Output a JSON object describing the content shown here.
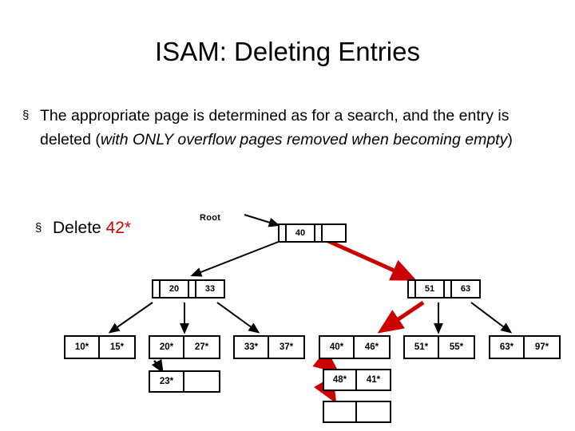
{
  "slide": {
    "title": "ISAM: Deleting Entries",
    "bullet_mark": "§",
    "bullets": [
      {
        "text_plain": "The appropriate page is determined as for a search, and the entry is deleted (",
        "text_italic": "with ONLY overflow pages removed when becoming empty",
        "text_tail": ")"
      }
    ],
    "operation": {
      "label": "Delete ",
      "key": "42*"
    },
    "root_label": "Root"
  },
  "colors": {
    "highlight_red": "#CC0000",
    "line_black": "#000000",
    "background": "#FFFFFF"
  },
  "tree": {
    "root": {
      "name": "root-node",
      "cells": [
        "",
        "40",
        "",
        ""
      ]
    },
    "internal": [
      {
        "name": "internal-node-left",
        "cells": [
          "",
          "20",
          "",
          "33",
          ""
        ]
      },
      {
        "name": "internal-node-right",
        "cells": [
          "",
          "51",
          "",
          "63",
          ""
        ]
      }
    ],
    "leaves": [
      {
        "name": "leaf-page-1",
        "cells": [
          "10*",
          "15*"
        ]
      },
      {
        "name": "leaf-page-2",
        "cells": [
          "20*",
          "27*"
        ]
      },
      {
        "name": "leaf-page-3",
        "cells": [
          "33*",
          "37*"
        ]
      },
      {
        "name": "leaf-page-4",
        "cells": [
          "40*",
          "46*"
        ]
      },
      {
        "name": "leaf-page-5",
        "cells": [
          "51*",
          "55*"
        ]
      },
      {
        "name": "leaf-page-6",
        "cells": [
          "63*",
          "97*"
        ]
      }
    ],
    "overflow": [
      {
        "name": "overflow-page-1",
        "cells": [
          "23*",
          ""
        ]
      },
      {
        "name": "overflow-page-2",
        "cells": [
          "48*",
          "41*"
        ]
      },
      {
        "name": "overflow-page-3",
        "cells": [
          "",
          ""
        ]
      }
    ]
  }
}
